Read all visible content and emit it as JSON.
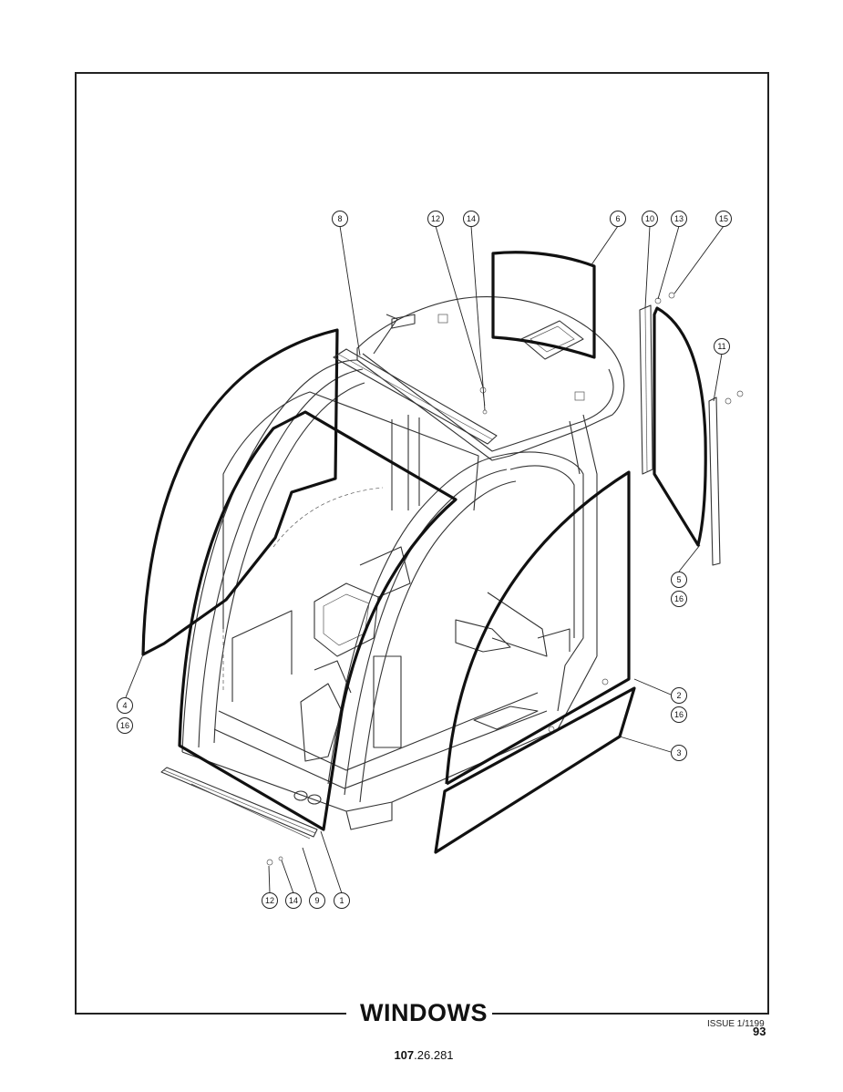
{
  "title": "WINDOWS",
  "issue": "ISSUE 1/1199",
  "page_number": "93",
  "doc_number_bold": "107",
  "doc_number_rest": ".26.281",
  "callouts": [
    "8",
    "12",
    "14",
    "6",
    "10",
    "13",
    "15",
    "11",
    "5",
    "16",
    "4",
    "16",
    "2",
    "16",
    "3",
    "12",
    "14",
    "9",
    "1"
  ]
}
